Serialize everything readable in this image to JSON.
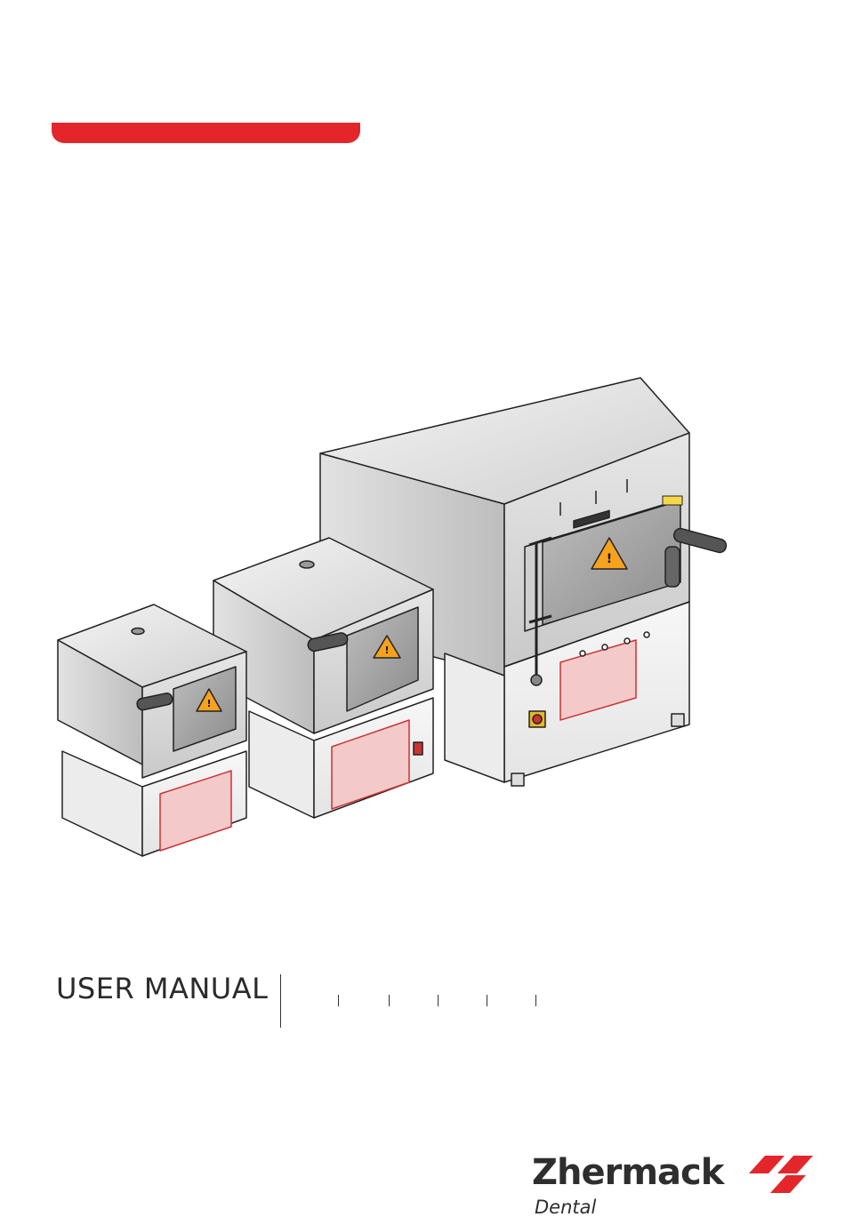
{
  "header": {
    "accent_color": "#e3262b"
  },
  "illustration": {
    "description_icon": "furnace-illustration",
    "warning_icon": "warning-triangle-icon"
  },
  "footer": {
    "manual_title": "USER MANUAL"
  },
  "brand": {
    "name": "Zhermack",
    "division": "Dental",
    "stripe_color": "#e3262b",
    "text_color": "#2e2e2e"
  }
}
